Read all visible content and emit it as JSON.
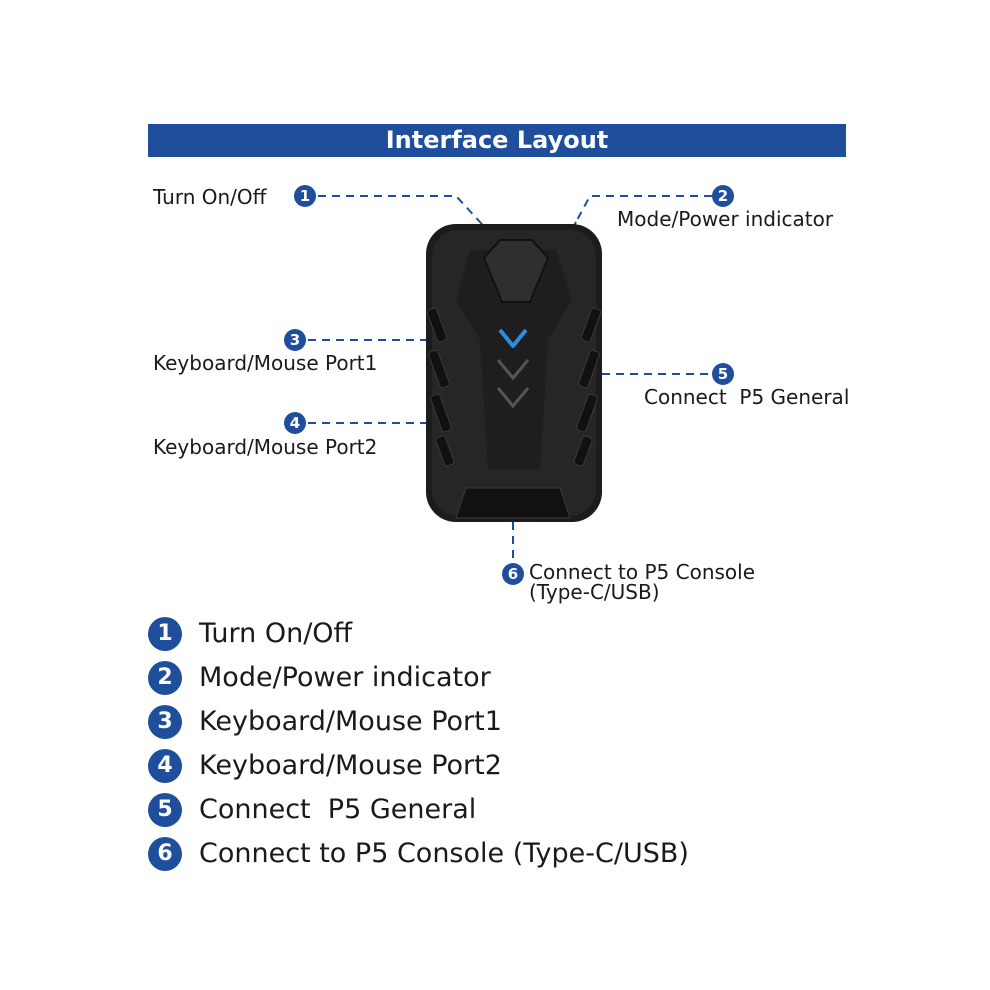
{
  "header": {
    "title": "Interface Layout"
  },
  "callouts": [
    {
      "num": "1",
      "label": "Turn On/Off"
    },
    {
      "num": "2",
      "label": "Mode/Power indicator"
    },
    {
      "num": "3",
      "label": "Keyboard/Mouse Port1"
    },
    {
      "num": "4",
      "label": "Keyboard/Mouse Port2"
    },
    {
      "num": "5",
      "label": "Connect  P5 General"
    },
    {
      "num": "6",
      "label_line1": "Connect to P5 Console",
      "label_line2": "(Type-C/USB)"
    }
  ],
  "legend": [
    {
      "num": "1",
      "text": "Turn On/Off"
    },
    {
      "num": "2",
      "text": "Mode/Power indicator"
    },
    {
      "num": "3",
      "text": "Keyboard/Mouse Port1"
    },
    {
      "num": "4",
      "text": "Keyboard/Mouse Port2"
    },
    {
      "num": "5",
      "text": "Connect  P5 General"
    },
    {
      "num": "6",
      "text": "Connect to P5 Console (Type-C/USB)"
    }
  ],
  "colors": {
    "accent": "#1f4e9c",
    "indicator": "#2a8ee0",
    "device": "#1c1c1c"
  }
}
